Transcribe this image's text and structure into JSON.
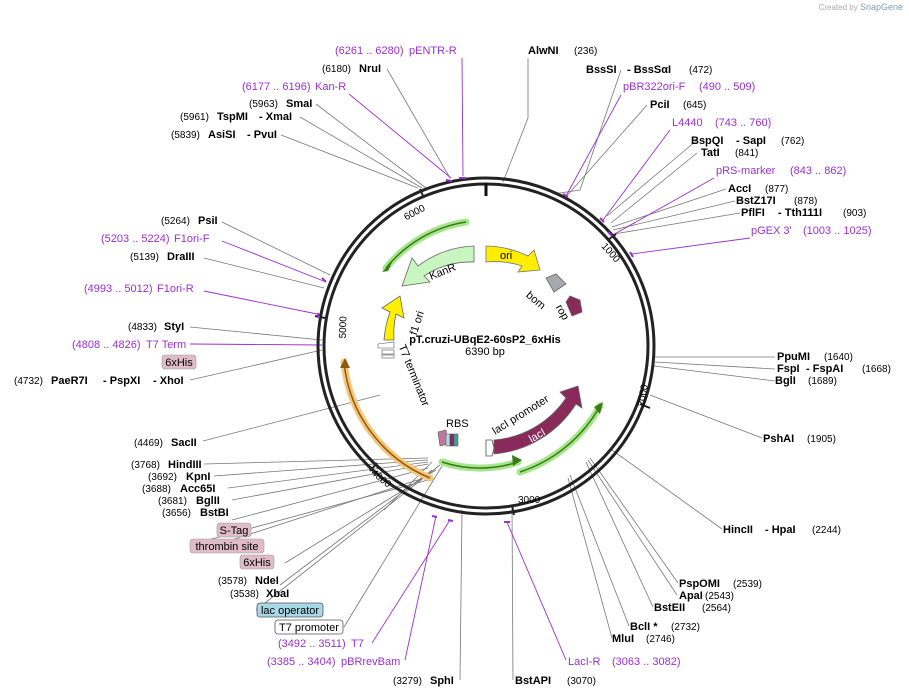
{
  "credit": {
    "prefix": "Created by",
    "brand": "SnapGene"
  },
  "map": {
    "name": "pT.cruzi-UBqE2-60sP2_6xHis",
    "length": "6390 bp",
    "ticks": [
      "1000",
      "2000",
      "3000",
      "4000",
      "5000",
      "6000"
    ]
  },
  "features": {
    "ori": "ori",
    "kanr": "KanR",
    "f1ori": "f1 ori",
    "bom": "bom",
    "rop": "rop",
    "lac_promoter": "lacI promoter",
    "laci": "lacI",
    "rbs": "RBS",
    "t7term": "T7 terminator"
  },
  "labels": {
    "alwni": {
      "name": "AlwNI",
      "pos": "(236)"
    },
    "bsssi": {
      "name": "BssSI",
      "name2": "BssSαI",
      "pos": "(472)"
    },
    "pbr322": {
      "name": "pBR322ori-F",
      "pos": "(490 .. 509)"
    },
    "pcii": {
      "name": "PciI",
      "pos": "(645)"
    },
    "l4440": {
      "name": "L4440",
      "pos": "(743 .. 760)"
    },
    "bspqi": {
      "name": "BspQI",
      "name2": "SapI",
      "pos": "(762)"
    },
    "tati": {
      "name": "TatI",
      "pos": "(841)"
    },
    "prsmarker": {
      "name": "pRS-marker",
      "pos": "(843 .. 862)"
    },
    "acci": {
      "name": "AccI",
      "pos": "(877)"
    },
    "bstz17i": {
      "name": "BstZ17I",
      "pos": "(878)"
    },
    "pflfi": {
      "name": "PflFI",
      "name2": "Tth111I",
      "pos": "(903)"
    },
    "pgex3": {
      "name": "pGEX 3'",
      "pos": "(1003 .. 1025)"
    },
    "ppumi": {
      "name": "PpuMI",
      "pos": "(1640)"
    },
    "fspi": {
      "name": "FspI",
      "name2": "FspAI",
      "pos": "(1668)"
    },
    "bgli": {
      "name": "BglI",
      "pos": "(1689)"
    },
    "pshai": {
      "name": "PshAI",
      "pos": "(1905)"
    },
    "hincii": {
      "name": "HincII",
      "name2": "HpaI",
      "pos": "(2244)"
    },
    "pspomi": {
      "name": "PspOMI",
      "pos": "(2539)"
    },
    "apai": {
      "name": "ApaI",
      "pos": "(2543)"
    },
    "bsteii": {
      "name": "BstEII",
      "pos": "(2564)"
    },
    "bcli": {
      "name": "BclI *",
      "pos": "(2732)"
    },
    "mlui": {
      "name": "MluI",
      "pos": "(2746)"
    },
    "lacir": {
      "name": "LacI-R",
      "pos": "(3063 .. 3082)"
    },
    "bstapi": {
      "name": "BstAPI",
      "pos": "(3070)"
    },
    "sphi": {
      "name": "SphI",
      "pos": "(3279)"
    },
    "pbrrevbam": {
      "name": "pBRrevBam",
      "pos": "(3385 .. 3404)"
    },
    "t7": {
      "name": "T7",
      "pos": "(3492 .. 3511)"
    },
    "t7promoter": {
      "name": "T7 promoter"
    },
    "lacoperator": {
      "name": "lac operator"
    },
    "xbai": {
      "name": "XbaI",
      "pos": "(3538)"
    },
    "ndei": {
      "name": "NdeI",
      "pos": "(3578)"
    },
    "sixhis_b": {
      "name": "6xHis"
    },
    "thrombin": {
      "name": "thrombin site"
    },
    "stag": {
      "name": "S-Tag"
    },
    "bstbi": {
      "name": "BstBI",
      "pos": "(3656)"
    },
    "bglii": {
      "name": "BglII",
      "pos": "(3681)"
    },
    "acc65i": {
      "name": "Acc65I",
      "pos": "(3688)"
    },
    "kpni": {
      "name": "KpnI",
      "pos": "(3692)"
    },
    "hindiii": {
      "name": "HindIII",
      "pos": "(3768)"
    },
    "sacii": {
      "name": "SacII",
      "pos": "(4469)"
    },
    "paer7i": {
      "name": "PaeR7I",
      "name2": "PspXI",
      "name3": "XhoI",
      "pos": "(4732)"
    },
    "sixhis_a": {
      "name": "6xHis"
    },
    "t7term": {
      "name": "T7 Term",
      "pos": "(4808 .. 4826)"
    },
    "styi": {
      "name": "StyI",
      "pos": "(4833)"
    },
    "f1orir": {
      "name": "F1ori-R",
      "pos": "(4993 .. 5012)"
    },
    "draiii": {
      "name": "DraIII",
      "pos": "(5139)"
    },
    "f1orif": {
      "name": "F1ori-F",
      "pos": "(5203 .. 5224)"
    },
    "psii": {
      "name": "PsiI",
      "pos": "(5264)"
    },
    "asisi": {
      "name": "AsiSI",
      "name2": "PvuI",
      "pos": "(5839)"
    },
    "tspmi": {
      "name": "TspMI",
      "name2": "XmaI",
      "pos": "(5961)"
    },
    "smai": {
      "name": "SmaI",
      "pos": "(5963)"
    },
    "kanr_p": {
      "name": "Kan-R",
      "pos": "(6177 .. 6196)"
    },
    "nrui": {
      "name": "NruI",
      "pos": "(6180)"
    },
    "pentr": {
      "name": "pENTR-R",
      "pos": "(6261 .. 6280)"
    }
  },
  "colors": {
    "backbone": "#222222",
    "primer": "#9b30d0",
    "ori": "#ffee00",
    "kanr": "#c8f5c0",
    "f1ori": "#ffee00",
    "bom": "#a8a8b0",
    "rop": "#8a2a5a",
    "laci": "#8a2a5a",
    "highlight_green": "#a6e68a",
    "highlight_orange": "#f5c67a",
    "box_pink": "#e0bcc8",
    "box_blue": "#a8d8e8"
  }
}
